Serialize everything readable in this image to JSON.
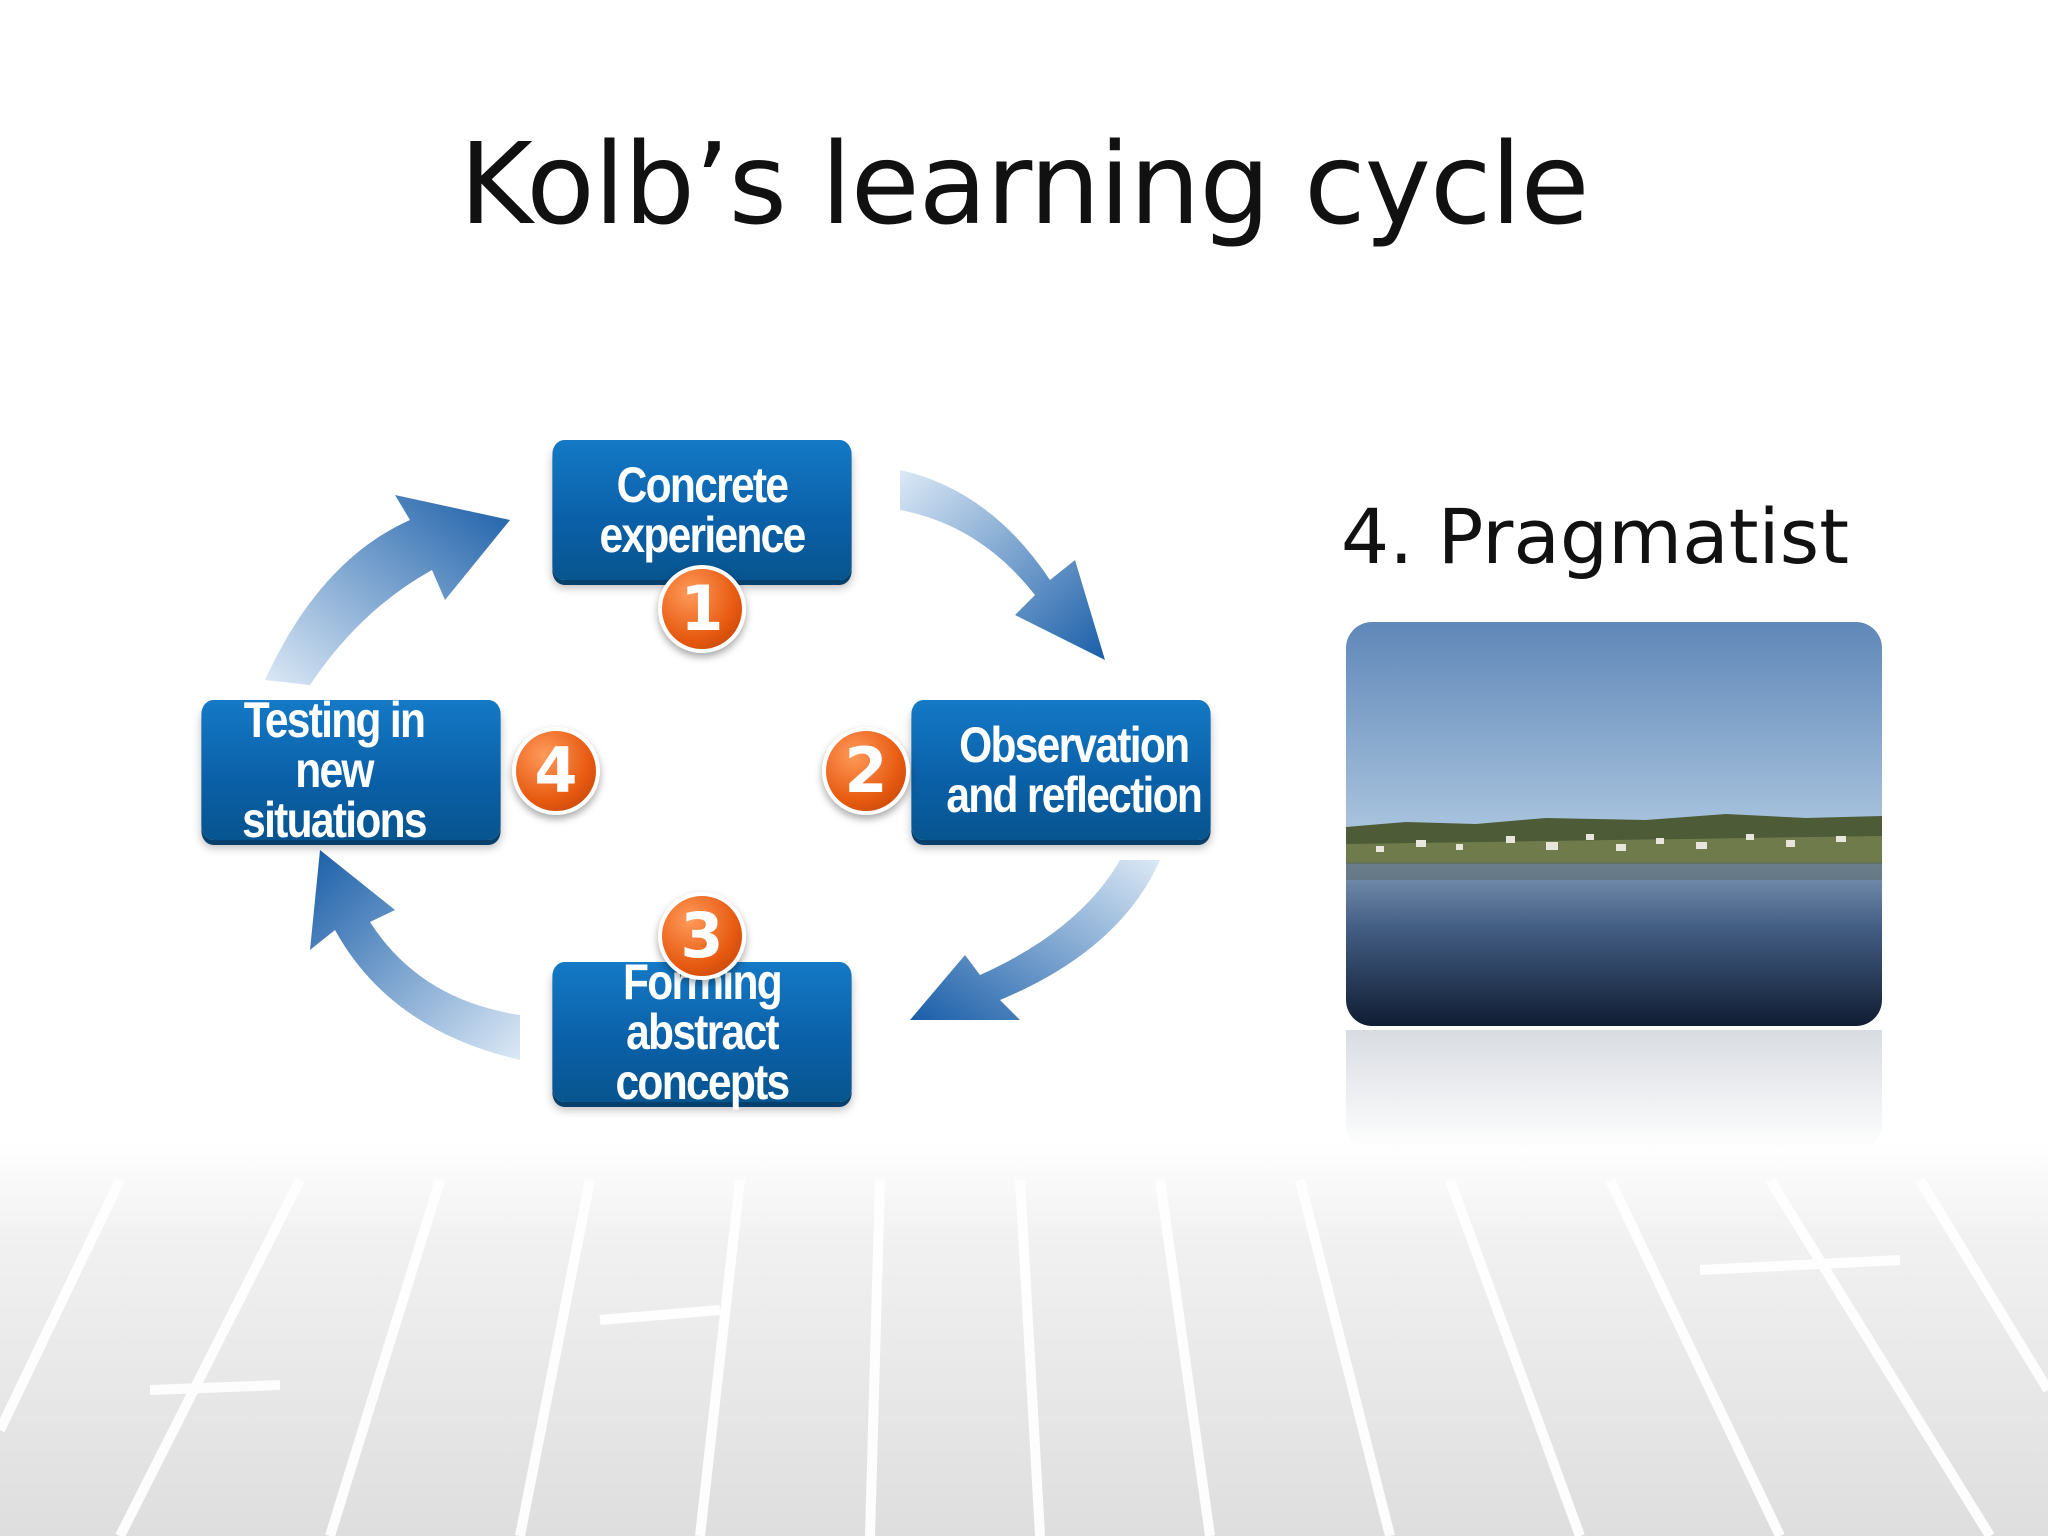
{
  "slide": {
    "title": "Kolb’s learning cycle",
    "subtitle": "4. Pragmatist"
  },
  "cycle": {
    "stages": [
      {
        "number": "1",
        "label": "Concrete experience"
      },
      {
        "number": "2",
        "label": "Observation and reflection"
      },
      {
        "number": "3",
        "label": "Forming abstract concepts"
      },
      {
        "number": "4",
        "label": "Testing in new situations"
      }
    ]
  },
  "colors": {
    "box_blue": "#0a5fa6",
    "badge_orange": "#e75a10",
    "arrow_blue": "#1a5ea8"
  },
  "photo": {
    "subject": "lake-shoreline-town"
  }
}
